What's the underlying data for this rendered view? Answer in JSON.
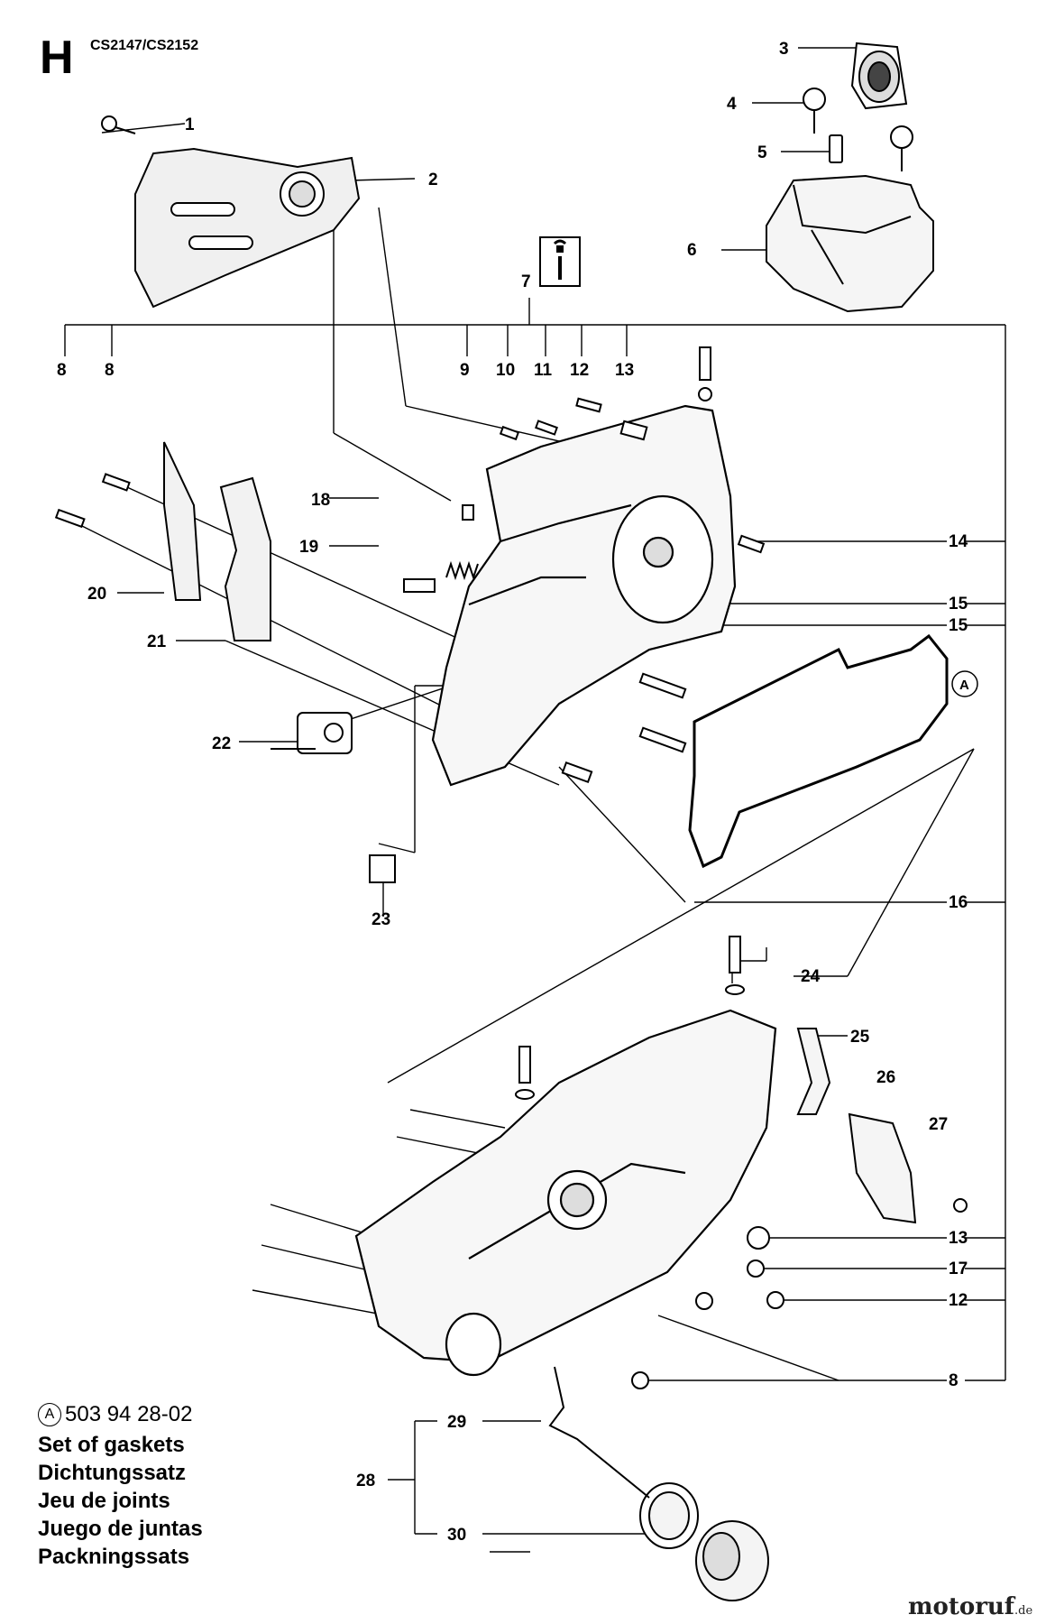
{
  "header": {
    "section_letter": "H",
    "model": "CS2147/CS2152"
  },
  "callouts": {
    "c1": "1",
    "c2": "2",
    "c3": "3",
    "c4": "4",
    "c5": "5",
    "c6": "6",
    "c7": "7",
    "c8a": "8",
    "c8b": "8",
    "c8c": "8",
    "c9": "9",
    "c10": "10",
    "c11": "11",
    "c12a": "12",
    "c12b": "12",
    "c13a": "13",
    "c13b": "13",
    "c14": "14",
    "c15a": "15",
    "c15b": "15",
    "c16": "16",
    "c17": "17",
    "c18": "18",
    "c19": "19",
    "c20": "20",
    "c21": "21",
    "c22": "22",
    "c23": "23",
    "c24": "24",
    "c25": "25",
    "c26": "26",
    "c27": "27",
    "c28": "28",
    "c29": "29",
    "c30": "30",
    "ref_a": "A"
  },
  "legend": {
    "ref_symbol": "A",
    "part_number": "503 94 28-02",
    "lines": [
      "Set of gaskets",
      "Dichtungssatz",
      "Jeu de joints",
      "Juego de juntas",
      "Packningssats"
    ]
  },
  "watermark": {
    "brand": "motoruf",
    "tld": ".de"
  }
}
